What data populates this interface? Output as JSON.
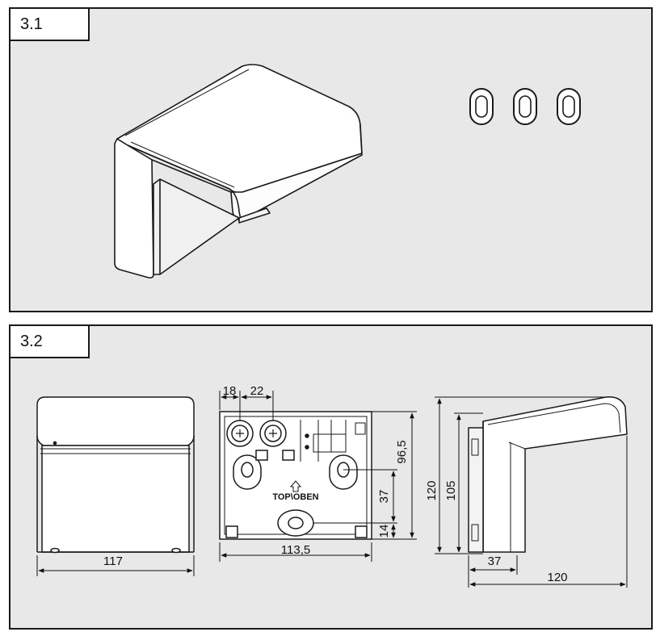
{
  "panels": {
    "panel1": {
      "label": "3.1"
    },
    "panel2": {
      "label": "3.2"
    }
  },
  "front_view": {
    "width_dim": "117"
  },
  "rear_view": {
    "dim_18": "18",
    "dim_22": "22",
    "dim_96_5": "96,5",
    "dim_37": "37",
    "dim_14": "14",
    "dim_113_5": "113,5",
    "mark_top_oben": "TOP\\OBEN"
  },
  "side_view": {
    "dim_120_height": "120",
    "dim_105": "105",
    "dim_37": "37",
    "dim_120_depth": "120"
  }
}
